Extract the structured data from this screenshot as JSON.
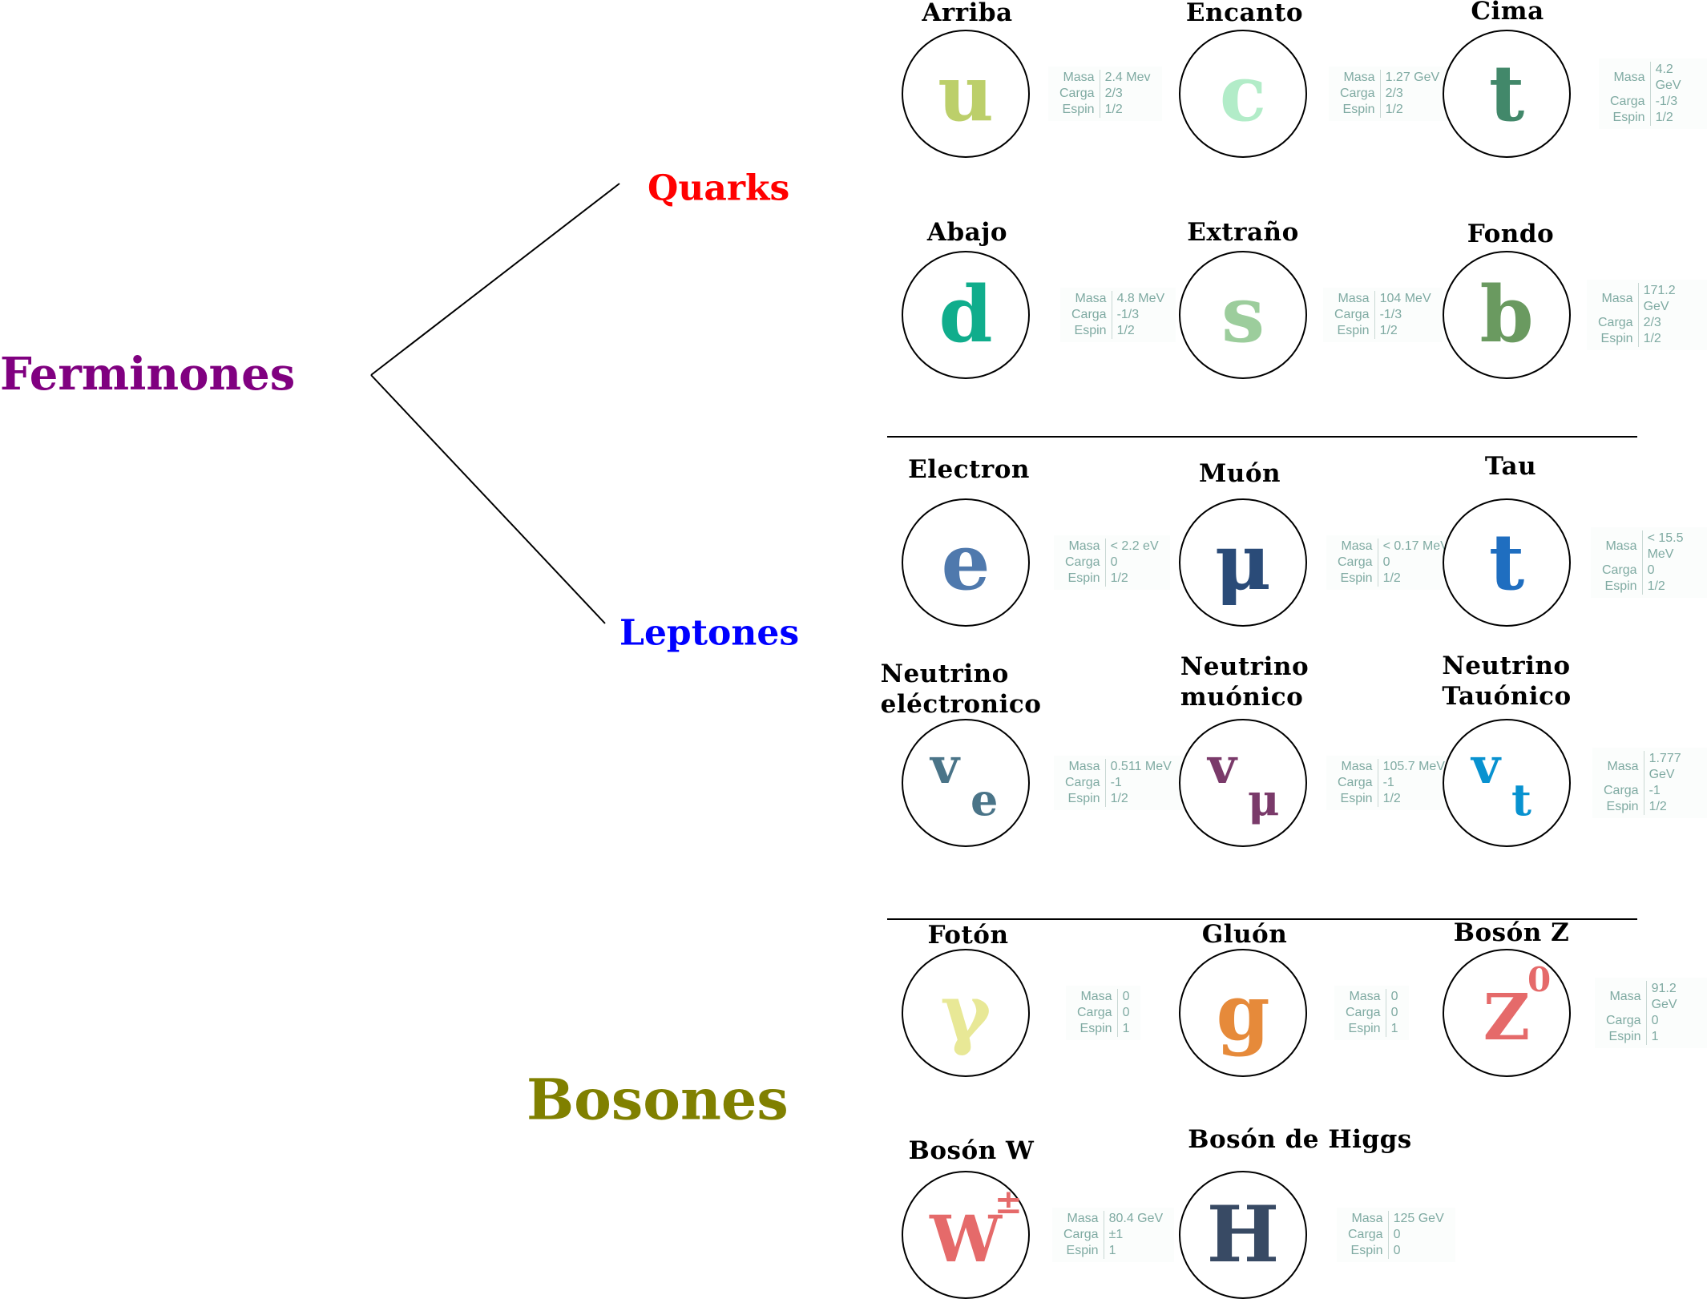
{
  "categories": {
    "fermions": {
      "label": "Ferminones",
      "color": "#800080"
    },
    "quarks": {
      "label": "Quarks",
      "color": "#ff0000"
    },
    "leptons": {
      "label": "Leptones",
      "color": "#0000ff"
    },
    "bosons": {
      "label": "Bosones",
      "color": "#808000"
    }
  },
  "info_labels": {
    "mass": "Masa",
    "charge": "Carga",
    "spin": "Espin"
  },
  "particles": [
    {
      "name": "Arriba",
      "symbol": "u",
      "color": "#bccf6a",
      "mass": "2.4 Mev",
      "charge": "2/3",
      "spin": "1/2"
    },
    {
      "name": "Encanto",
      "symbol": "c",
      "color": "#b2ecc8",
      "mass": "1.27 GeV",
      "charge": "2/3",
      "spin": "1/2"
    },
    {
      "name": "Cima",
      "symbol": "t",
      "color": "#42886a",
      "mass": "4.2 GeV",
      "charge": "-1/3",
      "spin": "1/2"
    },
    {
      "name": "Abajo",
      "symbol": "d",
      "color": "#10ad8c",
      "mass": "4.8 MeV",
      "charge": "-1/3",
      "spin": "1/2"
    },
    {
      "name": "Extraño",
      "symbol": "s",
      "color": "#9ccd9c",
      "mass": "104 MeV",
      "charge": "-1/3",
      "spin": "1/2"
    },
    {
      "name": "Fondo",
      "symbol": "b",
      "color": "#6a9a60",
      "mass": "171.2 GeV",
      "charge": "2/3",
      "spin": "1/2"
    },
    {
      "name": "Electron",
      "symbol": "e",
      "color": "#4f79ad",
      "mass": "< 2.2 eV",
      "charge": "0",
      "spin": "1/2"
    },
    {
      "name": "Muón",
      "symbol": "μ",
      "color": "#2a4b78",
      "mass": "< 0.17 MeV",
      "charge": "0",
      "spin": "1/2"
    },
    {
      "name": "Tau",
      "symbol": "t",
      "color": "#1f6ec0",
      "mass": "< 15.5 MeV",
      "charge": "0",
      "spin": "1/2"
    },
    {
      "name": "Neutrino\neléctronico",
      "symbol": "v",
      "subscript": "e",
      "color": "#4a7488",
      "mass": "0.511 MeV",
      "charge": "-1",
      "spin": "1/2"
    },
    {
      "name": "Neutrino\nmuónico",
      "symbol": "v",
      "subscript": "μ",
      "color": "#7a3a6a",
      "mass": "105.7 MeV",
      "charge": "-1",
      "spin": "1/2"
    },
    {
      "name": "Neutrino\nTauónico",
      "symbol": "v",
      "subscript": "t",
      "color": "#0892d0",
      "mass": "1.777 GeV",
      "charge": "-1",
      "spin": "1/2"
    },
    {
      "name": "Fotón",
      "symbol": "γ",
      "color": "#e8e896",
      "mass": "0",
      "charge": "0",
      "spin": "1"
    },
    {
      "name": "Gluón",
      "symbol": "g",
      "color": "#e68a3a",
      "mass": "0",
      "charge": "0",
      "spin": "1"
    },
    {
      "name": "Bosón Z",
      "symbol": "Z",
      "superscript": "0",
      "color": "#e56a6a",
      "mass": "91.2 GeV",
      "charge": "0",
      "spin": "1"
    },
    {
      "name": "Bosón W",
      "symbol": "W",
      "superscript": "±",
      "color": "#e56a6a",
      "mass": "80.4 GeV",
      "charge": "±1",
      "spin": "1"
    },
    {
      "name": "Bosón de Higgs",
      "symbol": "H",
      "color": "#384a64",
      "mass": "125 GeV",
      "charge": "0",
      "spin": "0"
    }
  ]
}
